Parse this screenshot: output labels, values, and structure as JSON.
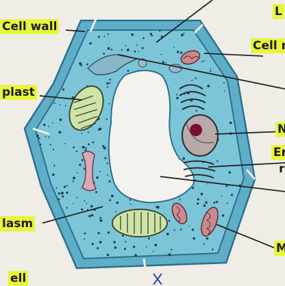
{
  "colors": {
    "cytoplasm": "#7cc4d8",
    "wall": "#5faec8",
    "wall_edge": "#2c6f8e",
    "vacuole": "#f4f2ec",
    "highlight": "#e8f53a",
    "chloroplast_fill": "#cfe3a8",
    "mito_fill": "#c98a8e",
    "nucleus_fill": "#b9a9a8",
    "nucleolus": "#7a1030",
    "golgi": "#d9a9b6",
    "background": "#efede6"
  },
  "labels": {
    "cell_wall": "Cell wall",
    "chloroplast": "plast",
    "cytoplasm": "lasm",
    "cell_membrane": "Cell m",
    "top_right": "L",
    "nucleus": "N",
    "er": "Er",
    "right_fragment": "r",
    "mito": "M",
    "bottom_left": "ell"
  },
  "icons": [
    "pen-mark-icon"
  ]
}
